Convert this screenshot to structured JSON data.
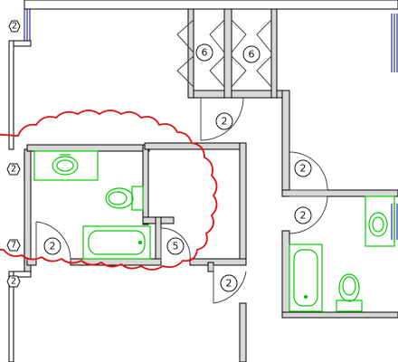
{
  "drawing": {
    "kind": "architectural floor plan (CAD)",
    "colors": {
      "background": "#ffffff",
      "wall_fill": "#d8d8d8",
      "wall_stroke": "#000000",
      "window": "#2a2aa8",
      "fixtures": "#00cc00",
      "revision_cloud": "#e01010",
      "door_swing": "#444444"
    },
    "door_tags": [
      {
        "id": "door-tag-6-left",
        "label": "6"
      },
      {
        "id": "door-tag-6-right",
        "label": "6"
      },
      {
        "id": "door-tag-2-top-center",
        "label": "2"
      },
      {
        "id": "door-tag-2-right-upper",
        "label": "2"
      },
      {
        "id": "door-tag-2-right-lower",
        "label": "2"
      },
      {
        "id": "door-tag-2-bathroom",
        "label": "2"
      },
      {
        "id": "door-tag-5-closet",
        "label": "5"
      },
      {
        "id": "door-tag-2-bottom-center",
        "label": "2"
      }
    ],
    "window_tags": [
      {
        "id": "window-tag-2-top",
        "label": "2"
      },
      {
        "id": "window-tag-2-middle",
        "label": "2"
      },
      {
        "id": "window-tag-7",
        "label": "7"
      },
      {
        "id": "window-tag-2-bottom",
        "label": "2"
      }
    ]
  }
}
